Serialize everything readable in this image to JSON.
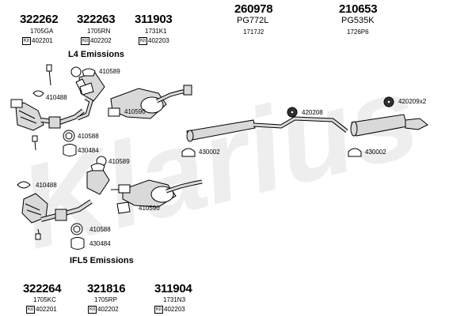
{
  "brand_watermark": "Klarius",
  "sections": {
    "l4": "L4 Emissions",
    "ifl5": "IFL5 Emissions"
  },
  "kit_prefix": "Kit",
  "top_parts": [
    {
      "number": "322262",
      "code": "1705GA",
      "kit": "402201"
    },
    {
      "number": "322263",
      "code": "1705RN",
      "kit": "402202"
    },
    {
      "number": "311903",
      "code": "1731K1",
      "kit": "402203"
    },
    {
      "number": "260978",
      "code": "PG772L",
      "sub": "1717J2"
    },
    {
      "number": "210653",
      "code": "PG535K",
      "sub": "1726P6"
    }
  ],
  "bottom_parts": [
    {
      "number": "322264",
      "code": "1705KC",
      "kit": "402201"
    },
    {
      "number": "321816",
      "code": "1705RP",
      "kit": "402202"
    },
    {
      "number": "311904",
      "code": "1731N3",
      "kit": "402203"
    }
  ],
  "callouts": {
    "c410589a": "410589",
    "c410488a": "410488",
    "c410590a": "410590",
    "c410588a": "410588",
    "c430484a": "430484",
    "c410589b": "410589",
    "c410488b": "410488",
    "c410590b": "410590",
    "c410588b": "410588",
    "c430484b": "430484",
    "c420208": "420208",
    "c420209": "420209x2",
    "c430002a": "430002",
    "c430002b": "430002"
  },
  "colors": {
    "line": "#000000",
    "part_fill": "#d9d9d9",
    "watermark": "#eeeeee"
  }
}
